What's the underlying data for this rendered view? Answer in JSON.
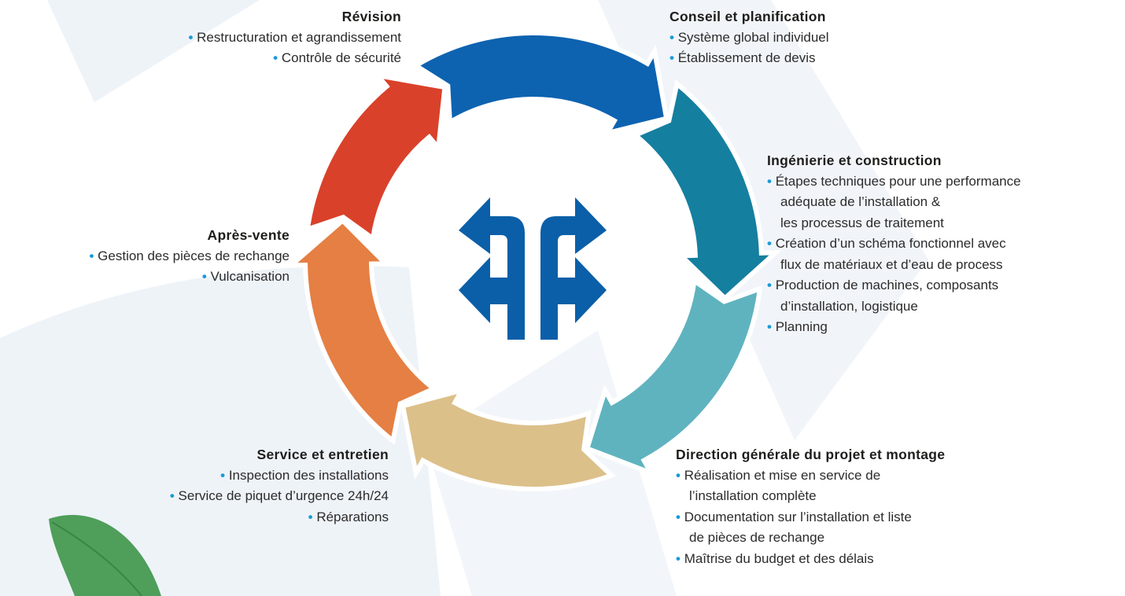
{
  "colors": {
    "blue_dark": "#0a5ca8",
    "blue": "#0d63b0",
    "teal": "#157fa0",
    "teal_light": "#5fb3bf",
    "sand": "#dcc08a",
    "orange": "#e57f43",
    "red": "#d9412a",
    "logo_blue": "#0a5fa8",
    "bullet_blue": "#1a9ad6"
  },
  "logo": {
    "icon": "af-logo-icon"
  },
  "sections": {
    "revision": {
      "title": "Révision",
      "items": [
        "Restructuration et agrandissement",
        "Contrôle de sécurité"
      ]
    },
    "conseil": {
      "title": "Conseil et planification",
      "items": [
        "Système global individuel",
        "Établissement de devis"
      ]
    },
    "ingenierie": {
      "title": "Ingénierie et construction",
      "items": [
        "Étapes techniques pour une performance",
        "adéquate de l’installation &",
        "les processus de traitement",
        "Création d’un schéma fonctionnel avec",
        "flux de matériaux et d’eau de process",
        "Production de machines, composants",
        "d’installation, logistique",
        "Planning"
      ]
    },
    "apres_vente": {
      "title": "Après-vente",
      "items": [
        "Gestion des pièces de rechange",
        "Vulcanisation"
      ]
    },
    "service": {
      "title": "Service et entretien",
      "items": [
        "Inspection des installations",
        "Service de piquet d’urgence 24h/24",
        "Réparations"
      ]
    },
    "direction": {
      "title": "Direction générale du projet et montage",
      "items": [
        "Réalisation et mise en service de",
        "l’installation complète",
        "Documentation sur l’installation et liste",
        "de pièces de rechange",
        "Maîtrise du budget et des délais"
      ]
    }
  }
}
